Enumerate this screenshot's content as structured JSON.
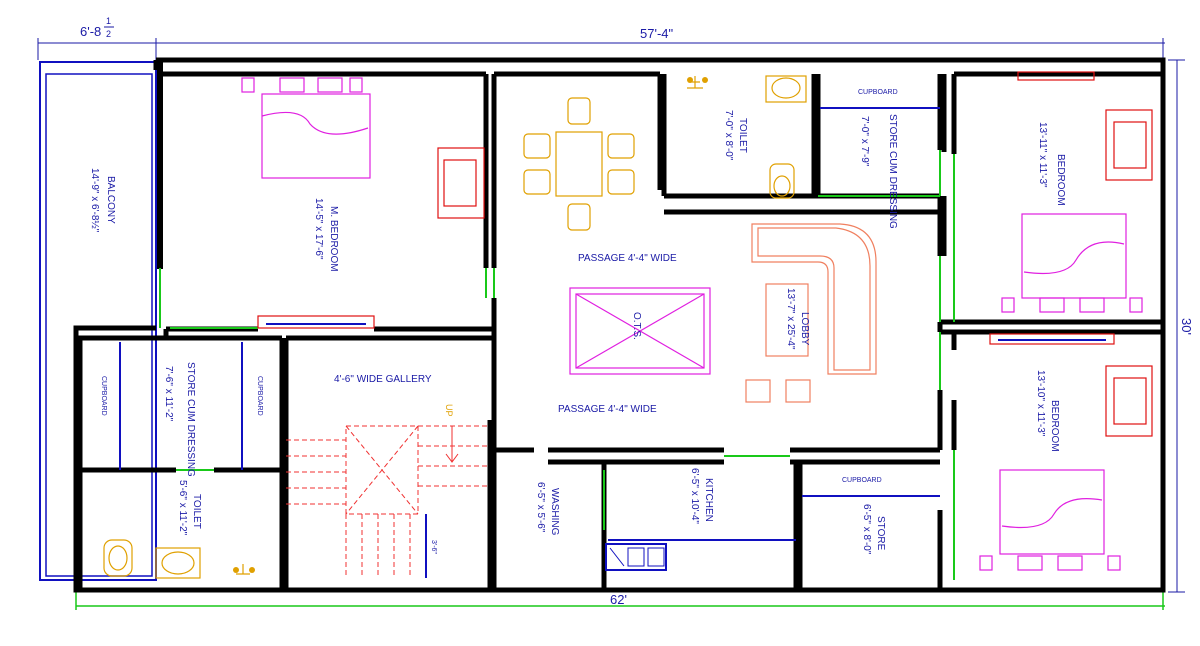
{
  "dimensions": {
    "top_left": "6'-8",
    "top_left_frac_num": "1",
    "top_left_frac_den": "2",
    "top_main": "57'-4\"",
    "right": "30'",
    "bottom": "62'",
    "stair_width": "3'-6\""
  },
  "rooms": {
    "balcony": {
      "name": "BALCONY",
      "size": "14'-9\" x 6'-8½\""
    },
    "master_bedroom": {
      "name": "M. BEDROOM",
      "size": "14'-5\" x 17'-6\""
    },
    "store_left": {
      "name": "STORE CUM DRESSING",
      "size": "7'-6\" x 11'-2\""
    },
    "toilet_left": {
      "name": "TOILET",
      "size": "5'-6\" x 11'-2\""
    },
    "gallery": {
      "name": "4'-6\" WIDE GALLERY"
    },
    "toilet_top": {
      "name": "TOILET",
      "size": "7'-0\" x 8'-0\""
    },
    "store_top": {
      "name": "STORE CUM DRESSING",
      "size": "7'-0\" x 7'-9\""
    },
    "bedroom_top": {
      "name": "BEDROOM",
      "size": "13'-11\" x 11'-3\""
    },
    "bedroom_bottom": {
      "name": "BEDROOM",
      "size": "13'-10\" x 11'-3\""
    },
    "lobby": {
      "name": "LOBBY",
      "size": "13'-7\" x 25'-4\""
    },
    "washing": {
      "name": "WASHING",
      "size": "6'-5\" x 5'-6\""
    },
    "kitchen": {
      "name": "KITCHEN",
      "size": "6'-5\" x 10'-4\""
    },
    "store_bottom": {
      "name": "STORE",
      "size": "6'-5\" x 8'-0\""
    }
  },
  "labels": {
    "passage_top": "PASSAGE 4'-4\" WIDE",
    "passage_bottom": "PASSAGE 4'-4\" WIDE",
    "ots": "O.T.S.",
    "up": "UP",
    "cupboard": "CUPBOARD"
  }
}
